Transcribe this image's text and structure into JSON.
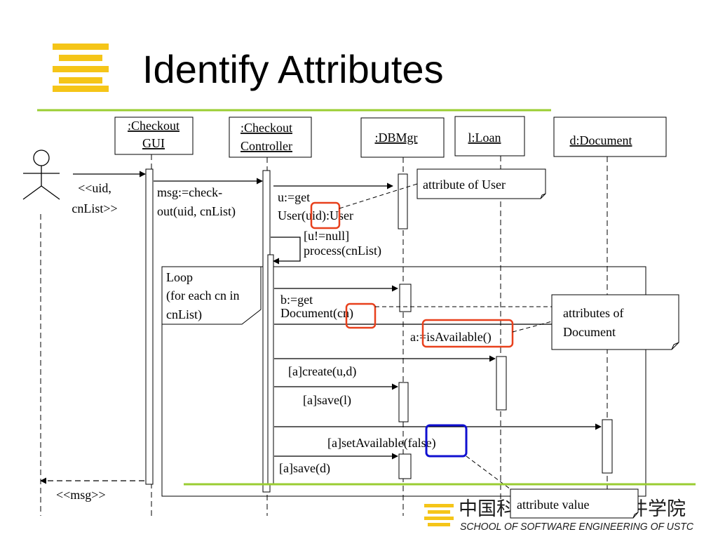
{
  "title": "Identify Attributes",
  "colors": {
    "accent_green": "#9acd32",
    "logo_yellow": "#f5c518",
    "highlight_red": "#e8401c",
    "highlight_blue": "#1010d0"
  },
  "objects": {
    "gui": {
      "line1": ":Checkout",
      "line2": "GUI"
    },
    "controller": {
      "line1": ":Checkout",
      "line2": "Controller"
    },
    "dbmgr": ":DBMgr",
    "loan": "l:Loan",
    "document": "d:Document"
  },
  "messages": {
    "actor_in": {
      "line1": "<<uid,",
      "line2": "cnList>>"
    },
    "checkout": {
      "line1": "msg:=check-",
      "line2": "out(uid, cnList)"
    },
    "get_user": {
      "line1": "u:=get",
      "line2": "User(uid):User"
    },
    "process": {
      "line1": "[u!=null]",
      "line2": "process(cnList)"
    },
    "get_document": {
      "line1": "b:=get",
      "line2": "Document(cn)"
    },
    "is_available": "a:=isAvailable()",
    "create": "[a]create(u,d)",
    "save_loan": "[a]save(l)",
    "set_available": "[a]setAvailable(false)",
    "save_doc": "[a]save(d)",
    "return_msg": "<<msg>>"
  },
  "loop": {
    "line1": "Loop",
    "line2": "(for each cn in",
    "line3": "cnList)"
  },
  "notes": {
    "user_attr": "attribute of User",
    "doc_attrs": {
      "line1": "attributes of",
      "line2": "Document"
    },
    "attr_value": "attribute value"
  },
  "footer": {
    "school_cn": "中国科学技术大学软件学院",
    "school_en": "SCHOOL OF SOFTWARE ENGINEERING OF USTC"
  }
}
